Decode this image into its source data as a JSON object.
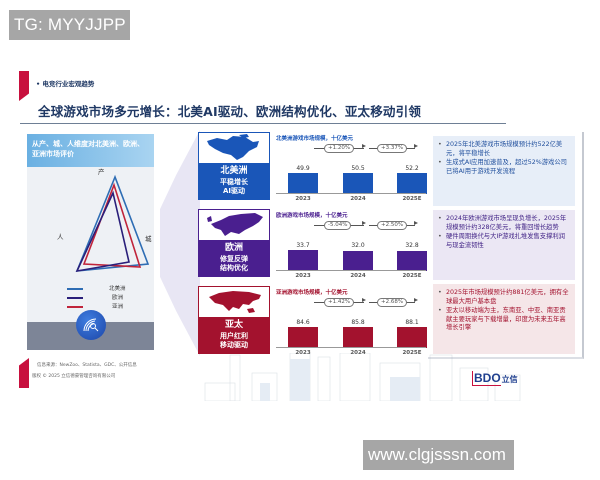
{
  "overlays": {
    "top_watermark": "TG: MYYJJPP",
    "bottom_watermark": "www.clgjsssn.com"
  },
  "header": {
    "section_tag": "• 电竞行业宏观趋势",
    "title": "全球游戏市场多元增长：北美AI驱动、欧洲结构优化、亚太移动引领"
  },
  "left_card": {
    "title": "从产、城、人维度对北美洲、欧洲、亚洲市场评价",
    "axes": {
      "top": "产",
      "left": "人",
      "right": "城"
    },
    "legend": [
      {
        "label": "北美洲",
        "color": "#2e6db4"
      },
      {
        "label": "欧洲",
        "color": "#2a1f7a"
      },
      {
        "label": "亚洲",
        "color": "#c0243b"
      }
    ],
    "icon": "analytics-search-icon"
  },
  "regions": [
    {
      "name": "北美洲",
      "desc_line1": "平稳增长",
      "desc_line2": "AI驱动",
      "color": "#1a56b8",
      "chart_title": "北美洲游戏市场规模，十亿美元",
      "growth": [
        "+1.20%",
        "+3.37%"
      ],
      "values": [
        "49.9",
        "50.5",
        "52.2"
      ],
      "years": [
        "2023",
        "2024",
        "2025E"
      ],
      "note_bg": "#e7eef8",
      "note_color": "#1f4e9c",
      "notes": [
        "2025年北美游戏市场规模预计约522亿美元，将平稳增长",
        "生成式AI应用加速普及，超过52%游戏公司已将AI用于游戏开发流程"
      ]
    },
    {
      "name": "欧洲",
      "desc_line1": "修复反弹",
      "desc_line2": "结构优化",
      "color": "#4a1f8f",
      "chart_title": "欧洲游戏市场规模，十亿美元",
      "growth": [
        "-5.04%",
        "+2.50%"
      ],
      "values": [
        "33.7",
        "32.0",
        "32.8"
      ],
      "years": [
        "2023",
        "2024",
        "2025E"
      ],
      "note_bg": "#ebe7f4",
      "note_color": "#3e1f84",
      "notes": [
        "2024年欧洲游戏市场呈现负增长，2025年规模预计约328亿美元，将重回增长趋势",
        "硬件周期换代与大IP游戏扎堆发售支撑利润与现金流韧性"
      ]
    },
    {
      "name": "亚太",
      "desc_line1": "用户红利",
      "desc_line2": "移动驱动",
      "color": "#a3122e",
      "chart_title": "亚洲游戏市场规模，十亿美元",
      "growth": [
        "+1.42%",
        "+2.68%"
      ],
      "values": [
        "84.6",
        "85.8",
        "88.1"
      ],
      "years": [
        "2023",
        "2024",
        "2025E"
      ],
      "note_bg": "#f5e6e8",
      "note_color": "#a3122e",
      "notes": [
        "2025年市场规模预计约881亿美元，拥有全球最大用户基本盘",
        "亚太以移动端为主，东南亚、中亚、南亚贡献主要玩家与下载增量，印度为未来五年高增长引擎"
      ]
    }
  ],
  "footer": {
    "source": "信息来源：NewZoo、Statista、GDC、公开信息",
    "copyright": "版权 © 2025 立信德豪管理咨询有限公司",
    "logo_text": "BDO",
    "logo_cn": "立信"
  },
  "chart_data": [
    {
      "type": "bar",
      "title": "北美洲游戏市场规模，十亿美元",
      "categories": [
        "2023",
        "2024",
        "2025E"
      ],
      "values": [
        49.9,
        50.5,
        52.2
      ],
      "annotations": [
        "+1.20% (2023→2024)",
        "+3.37% (2024→2025E)"
      ],
      "xlabel": "",
      "ylabel": "十亿美元",
      "color": "#1a56b8"
    },
    {
      "type": "bar",
      "title": "欧洲游戏市场规模，十亿美元",
      "categories": [
        "2023",
        "2024",
        "2025E"
      ],
      "values": [
        33.7,
        32.0,
        32.8
      ],
      "annotations": [
        "-5.04% (2023→2024)",
        "+2.50% (2024→2025E)"
      ],
      "xlabel": "",
      "ylabel": "十亿美元",
      "color": "#4a1f8f"
    },
    {
      "type": "bar",
      "title": "亚洲游戏市场规模，十亿美元",
      "categories": [
        "2023",
        "2024",
        "2025E"
      ],
      "values": [
        84.6,
        85.8,
        88.1
      ],
      "annotations": [
        "+1.42% (2023→2024)",
        "+2.68% (2024→2025E)"
      ],
      "xlabel": "",
      "ylabel": "十亿美元",
      "color": "#a3122e"
    },
    {
      "type": "radar",
      "title": "从产、城、人维度对北美洲、欧洲、亚洲市场评价",
      "axes": [
        "产",
        "城",
        "人"
      ],
      "series": [
        {
          "name": "北美洲"
        },
        {
          "name": "欧洲"
        },
        {
          "name": "亚洲"
        }
      ]
    }
  ]
}
